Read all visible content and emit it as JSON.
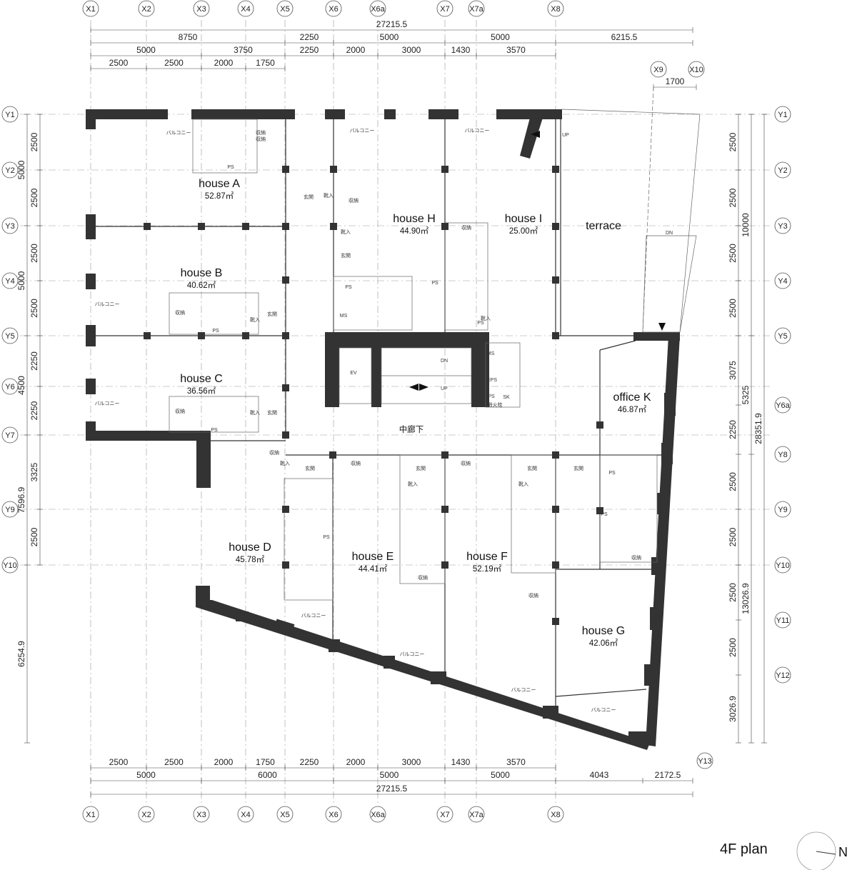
{
  "title": "4F plan",
  "north": "N",
  "grid_x": [
    "X1",
    "X2",
    "X3",
    "X4",
    "X5",
    "X6",
    "X6a",
    "X7",
    "X7a",
    "X8"
  ],
  "grid_x_extra": [
    "X9",
    "X10"
  ],
  "grid_y": [
    "Y1",
    "Y2",
    "Y3",
    "Y4",
    "Y5",
    "Y6",
    "Y7",
    "Y9",
    "Y10"
  ],
  "grid_y_right": [
    "Y1",
    "Y2",
    "Y3",
    "Y4",
    "Y5",
    "Y6a",
    "Y8",
    "Y9",
    "Y10",
    "Y11",
    "Y12"
  ],
  "grid_y13": "Y13",
  "top_dims": {
    "total": "27215.5",
    "row2": [
      "8750",
      "2250",
      "5000",
      "5000",
      "6215.5"
    ],
    "row3": [
      "5000",
      "3750",
      "2250",
      "2000",
      "3000",
      "1430",
      "3570"
    ],
    "row4": [
      "2500",
      "2500",
      "2000",
      "1750"
    ],
    "x9_x10": "1700"
  },
  "bottom_dims": {
    "row1": [
      "2500",
      "2500",
      "2000",
      "1750",
      "2250",
      "2000",
      "3000",
      "1430",
      "3570"
    ],
    "row2": [
      "5000",
      "6000",
      "5000",
      "5000",
      "4043",
      "2172.5"
    ],
    "total": "27215.5"
  },
  "left_dims": {
    "inner": [
      "2500",
      "2500",
      "2500",
      "2500",
      "2250",
      "2250",
      "3325",
      "2500"
    ],
    "outer": [
      "5000",
      "5000",
      "4500",
      "7596.9",
      "6254.9"
    ]
  },
  "right_dims": {
    "inner": [
      "2500",
      "2500",
      "2500",
      "2500",
      "3075",
      "2250",
      "2500",
      "2500",
      "2500",
      "2500",
      "3026.9"
    ],
    "mid": [
      "10000",
      "5325",
      "13026.9"
    ],
    "outer": "28351.9"
  },
  "rooms": [
    {
      "name": "house A",
      "area": "52.87㎡"
    },
    {
      "name": "house B",
      "area": "40.62㎡"
    },
    {
      "name": "house C",
      "area": "36.56㎡"
    },
    {
      "name": "house D",
      "area": "45.78㎡"
    },
    {
      "name": "house E",
      "area": "44.41㎡"
    },
    {
      "name": "house F",
      "area": "52.19㎡"
    },
    {
      "name": "house G",
      "area": "42.06㎡"
    },
    {
      "name": "house H",
      "area": "44.90㎡"
    },
    {
      "name": "house I",
      "area": "25.00㎡"
    },
    {
      "name": "office K",
      "area": "46.87㎡"
    }
  ],
  "terrace": "terrace",
  "corridor": "中廊下",
  "labels": {
    "balcony": "バルコニー",
    "storage": "収納",
    "entrance": "玄関",
    "shoe": "靴入",
    "ps": "PS",
    "ms": "MS",
    "ev": "EV",
    "up": "UP",
    "dn": "DN",
    "eps": "EPS",
    "sk": "SK",
    "fire": "消火栓"
  }
}
